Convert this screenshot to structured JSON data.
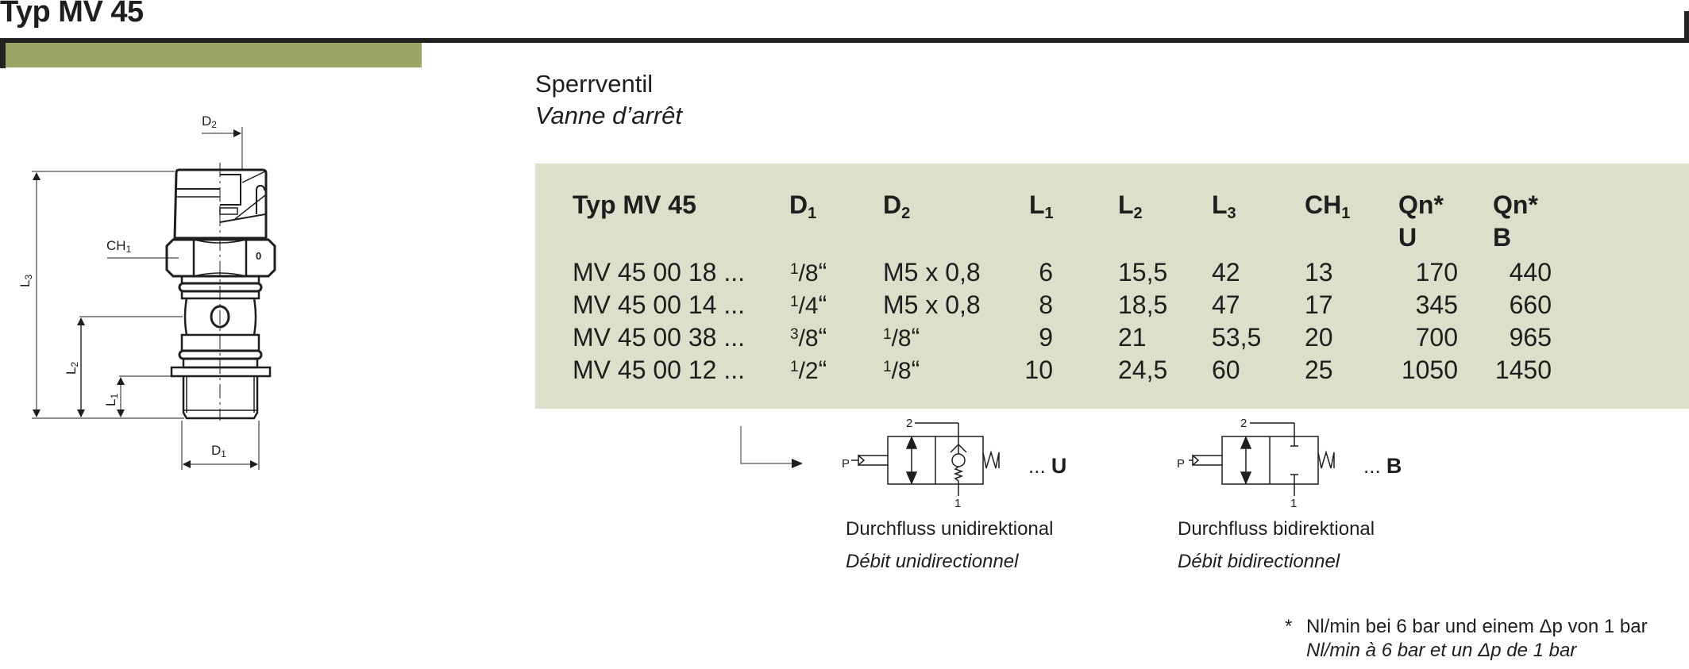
{
  "header": {
    "title": "Typ MV 45",
    "accent_color": "#9ca664",
    "rule_color": "#222222"
  },
  "product": {
    "name_de": "Sperrventil",
    "name_fr": "Vanne d’arrêt"
  },
  "drawing": {
    "labels": {
      "d2": "D",
      "d2_sub": "2",
      "ch1": "CH",
      "ch1_sub": "1",
      "l3": "L",
      "l3_sub": "3",
      "l2": "L",
      "l2_sub": "2",
      "l1": "L",
      "l1_sub": "1",
      "d1": "D",
      "d1_sub": "1"
    }
  },
  "table": {
    "panel_color": "#dce0ca",
    "headers": [
      {
        "main": "Typ MV 45",
        "sub": ""
      },
      {
        "main": "D",
        "sub": "1"
      },
      {
        "main": "D",
        "sub": "2"
      },
      {
        "main": "L",
        "sub": "1"
      },
      {
        "main": "L",
        "sub": "2"
      },
      {
        "main": "L",
        "sub": "3"
      },
      {
        "main": "CH",
        "sub": "1"
      },
      {
        "main": "Qn*",
        "sub": "",
        "line2": "U"
      },
      {
        "main": "Qn*",
        "sub": "",
        "line2": "B"
      }
    ],
    "rows": [
      {
        "type": "MV 45 00 18 ...",
        "d1_num": "1",
        "d1_den": "8",
        "d2": "M5 x 0,8",
        "d2_num": "",
        "d2_den": "",
        "l1": "6",
        "l2": "15,5",
        "l3": "42",
        "ch1": "13",
        "qn_u": "170",
        "qn_b": "440"
      },
      {
        "type": "MV 45 00 14 ...",
        "d1_num": "1",
        "d1_den": "4",
        "d2": "M5 x 0,8",
        "d2_num": "",
        "d2_den": "",
        "l1": "8",
        "l2": "18,5",
        "l3": "47",
        "ch1": "17",
        "qn_u": "345",
        "qn_b": "660"
      },
      {
        "type": "MV 45 00 38 ...",
        "d1_num": "3",
        "d1_den": "8",
        "d2": "",
        "d2_num": "1",
        "d2_den": "8",
        "l1": "9",
        "l2": "21",
        "l3": "53,5",
        "ch1": "20",
        "qn_u": "700",
        "qn_b": "965"
      },
      {
        "type": "MV 45 00 12 ...",
        "d1_num": "1",
        "d1_den": "2",
        "d2": "",
        "d2_num": "1",
        "d2_den": "8",
        "l1": "10",
        "l2": "24,5",
        "l3": "60",
        "ch1": "25",
        "qn_u": "1050",
        "qn_b": "1450"
      }
    ],
    "inch_mark": "“",
    "slash": "/"
  },
  "symbols": [
    {
      "id": "unidirectional",
      "port_p": "P",
      "port_1": "1",
      "port_2": "2",
      "ellipsis": "...",
      "suffix": "U",
      "caption_de": "Durchfluss unidirektional",
      "caption_fr": "Débit unidirectionnel"
    },
    {
      "id": "bidirectional",
      "port_p": "P",
      "port_1": "1",
      "port_2": "2",
      "ellipsis": "...",
      "suffix": "B",
      "caption_de": "Durchfluss bidirektional",
      "caption_fr": "Débit bidirectionnel"
    }
  ],
  "footnote": {
    "marker": "*",
    "text_de": "Nl/min bei 6 bar und einem Δp von 1 bar",
    "text_fr": "Nl/min à 6 bar et un Δp de 1 bar"
  }
}
